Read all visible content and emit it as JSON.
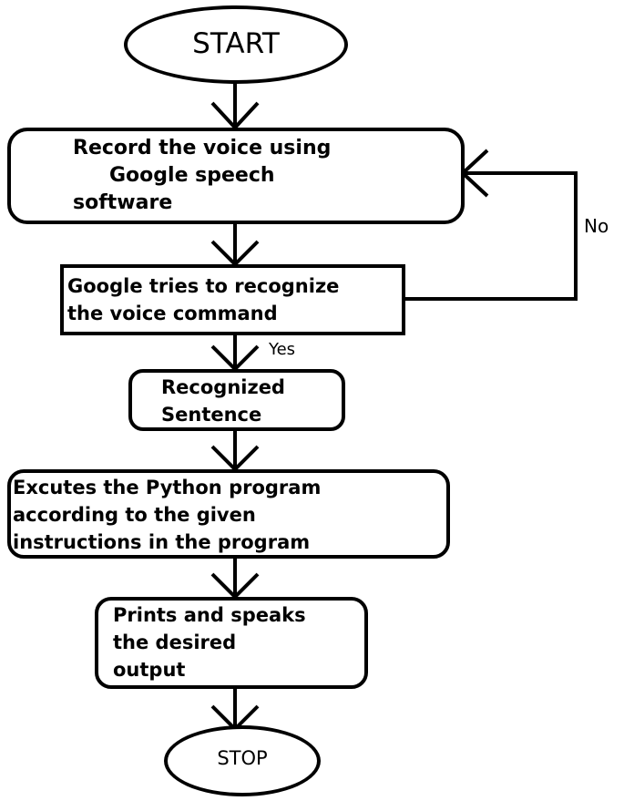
{
  "flowchart": {
    "start": "START",
    "record": [
      "Record the voice using",
      "Google speech",
      "software"
    ],
    "recognize": [
      "Google tries to recognize",
      "the voice command"
    ],
    "sentence": [
      "Recognized",
      "Sentence"
    ],
    "execute": [
      "Excutes the Python program",
      "according to the given",
      "instructions in the program"
    ],
    "output": [
      "Prints and speaks",
      "the desired",
      "output"
    ],
    "stop": "STOP",
    "edge_no": "No",
    "edge_yes": "Yes"
  }
}
